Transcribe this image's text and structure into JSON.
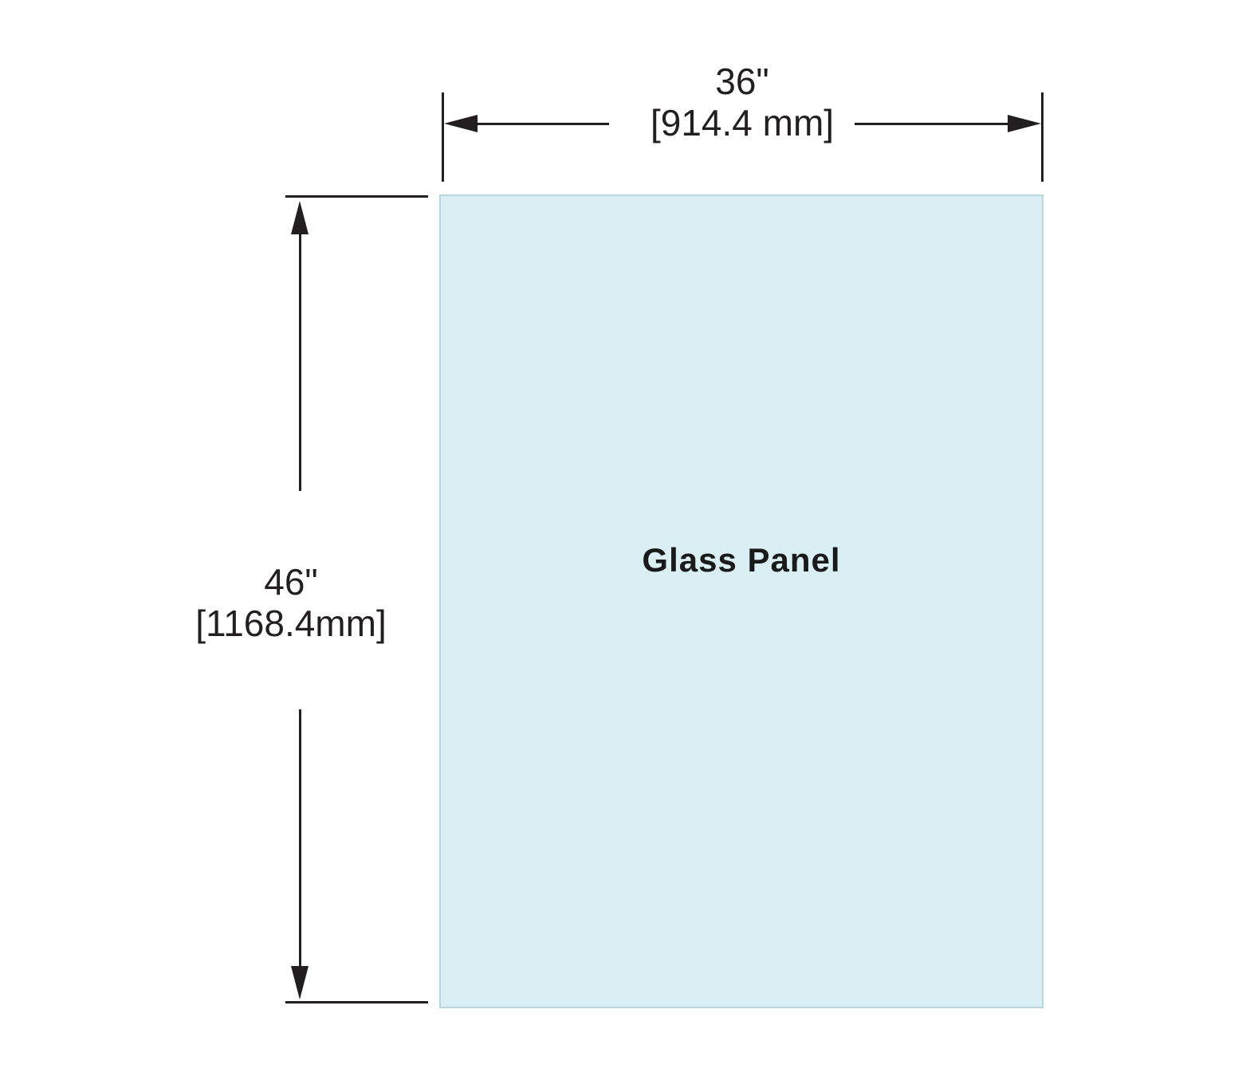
{
  "diagram": {
    "panel": {
      "label": "Glass Panel",
      "fill_color": "#d9eff4",
      "border_color": "#b7d7de"
    },
    "width_dimension": {
      "inches": "36\"",
      "mm": "[914.4 mm]"
    },
    "height_dimension": {
      "inches": "46\"",
      "mm": "[1168.4mm]"
    },
    "line_color": "#231f20"
  }
}
